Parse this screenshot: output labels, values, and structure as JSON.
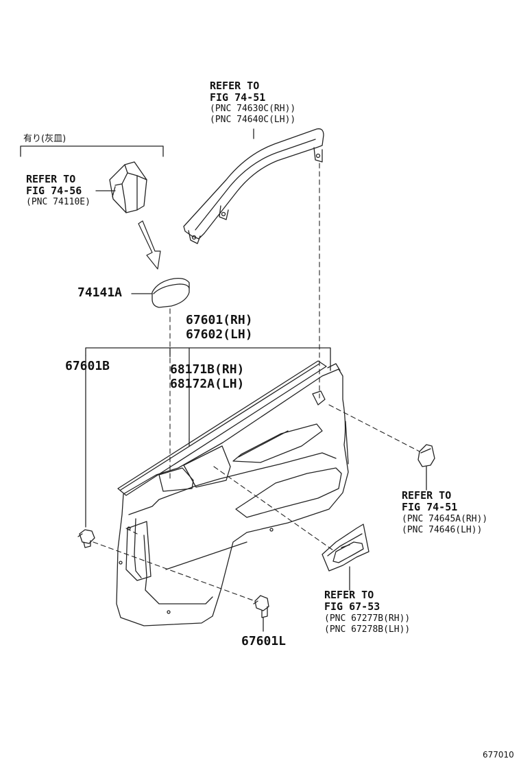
{
  "diagram_code": "677010",
  "note_label": "有り(灰皿)",
  "callouts": {
    "assist_grip": {
      "l1": "REFER TO",
      "l2": "FIG 74-51",
      "l3": "(PNC 74630C(RH))",
      "l4": "(PNC 74640C(LH))"
    },
    "ashtray": {
      "l1": "REFER TO",
      "l2": "FIG 74-56",
      "l3": "(PNC 74110E)"
    },
    "cover": {
      "l1": "REFER TO",
      "l2": "FIG 74-51",
      "l3": "(PNC 74645A(RH))",
      "l4": "(PNC 74646(LH))"
    },
    "handle_bezel": {
      "l1": "REFER TO",
      "l2": "FIG 67-53",
      "l3": "(PNC 67277B(RH))",
      "l4": "(PNC 67278B(LH))"
    }
  },
  "parts": {
    "p74141A": "74141A",
    "p67601rh": "67601(RH)",
    "p67602lh": "67602(LH)",
    "p67601B": "67601B",
    "p68171B": "68171B(RH)",
    "p68172A": "68172A(LH)",
    "p67601L": "67601L"
  }
}
